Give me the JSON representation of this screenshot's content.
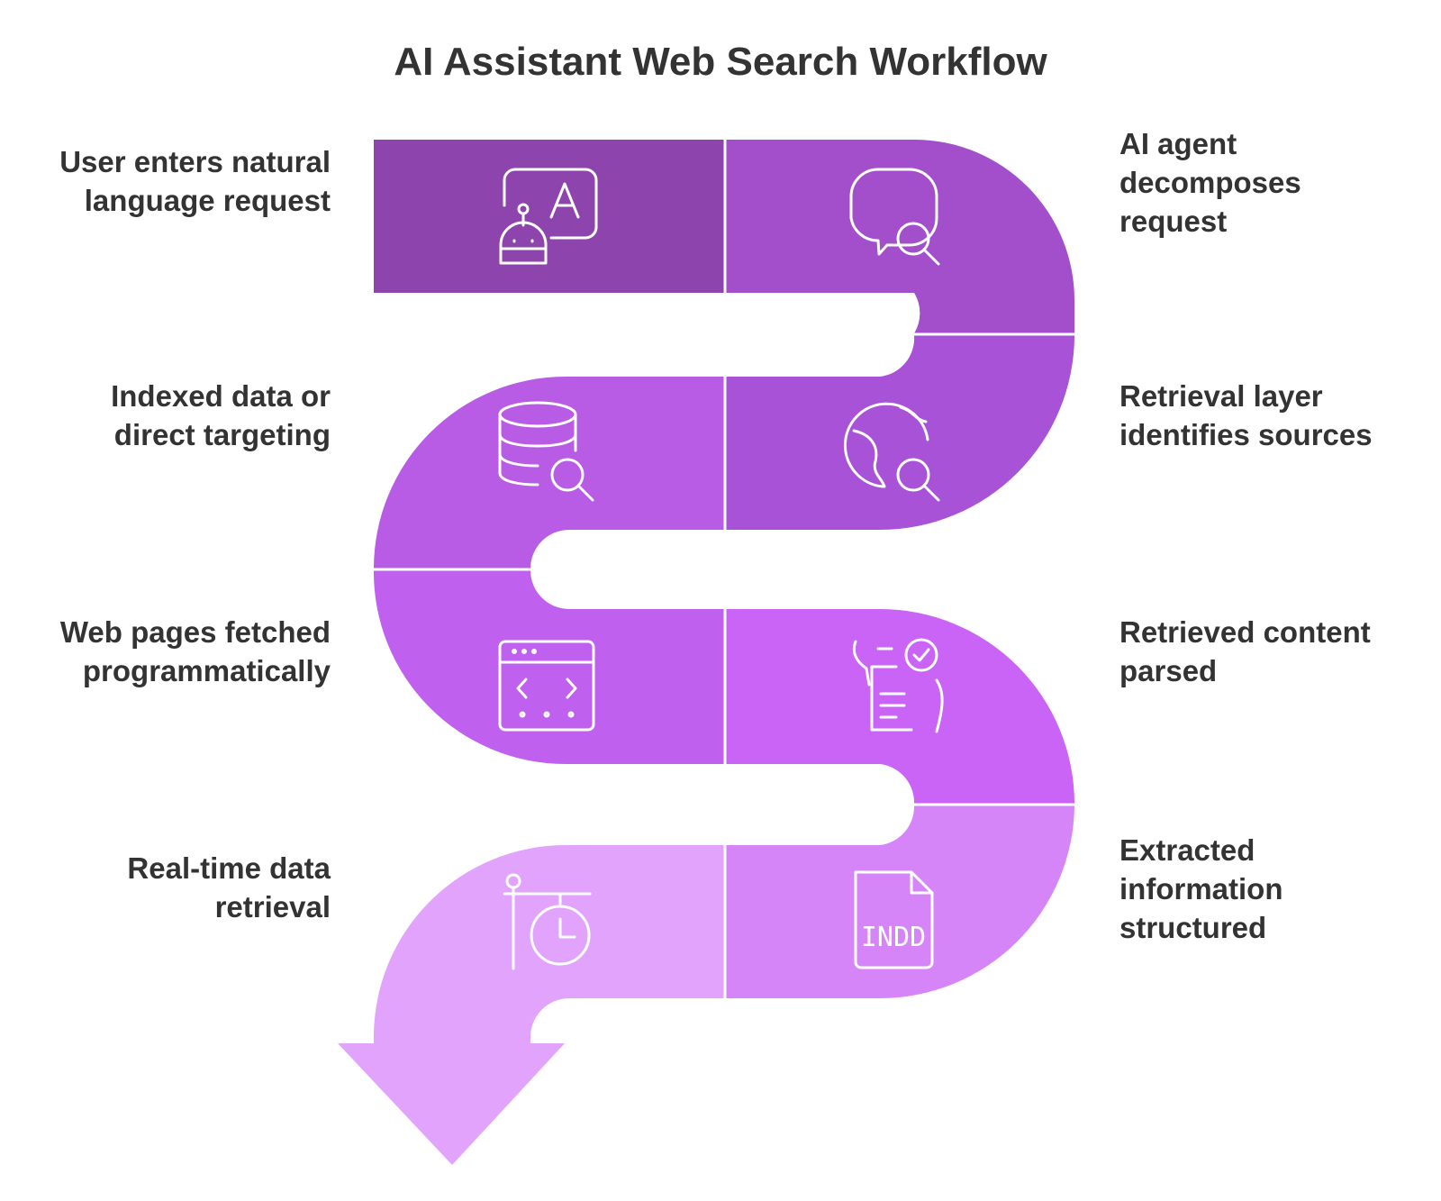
{
  "title": "AI Assistant Web Search Workflow",
  "steps": [
    {
      "label": "User enters natural\nlanguage request",
      "icon": "ai-assistant-icon",
      "color": "#8e44ad"
    },
    {
      "label": "AI agent\ndecomposes\nrequest",
      "icon": "chat-search-icon",
      "color": "#a34fcc"
    },
    {
      "label": "Retrieval layer\nidentifies sources",
      "icon": "globe-search-icon",
      "color": "#a852d8"
    },
    {
      "label": "Indexed data or\ndirect targeting",
      "icon": "database-search-icon",
      "color": "#b85ce6"
    },
    {
      "label": "Web pages fetched\nprogrammatically",
      "icon": "browser-code-icon",
      "color": "#bf60ee"
    },
    {
      "label": "Retrieved content\nparsed",
      "icon": "document-check-icon",
      "color": "#c964f7"
    },
    {
      "label": "Extracted\ninformation\nstructured",
      "icon": "indd-file-icon",
      "color": "#d685f9",
      "icon_text": "INDD"
    },
    {
      "label": "Real-time data\nretrieval",
      "icon": "clock-sign-icon",
      "color": "#e2a3fc"
    }
  ]
}
